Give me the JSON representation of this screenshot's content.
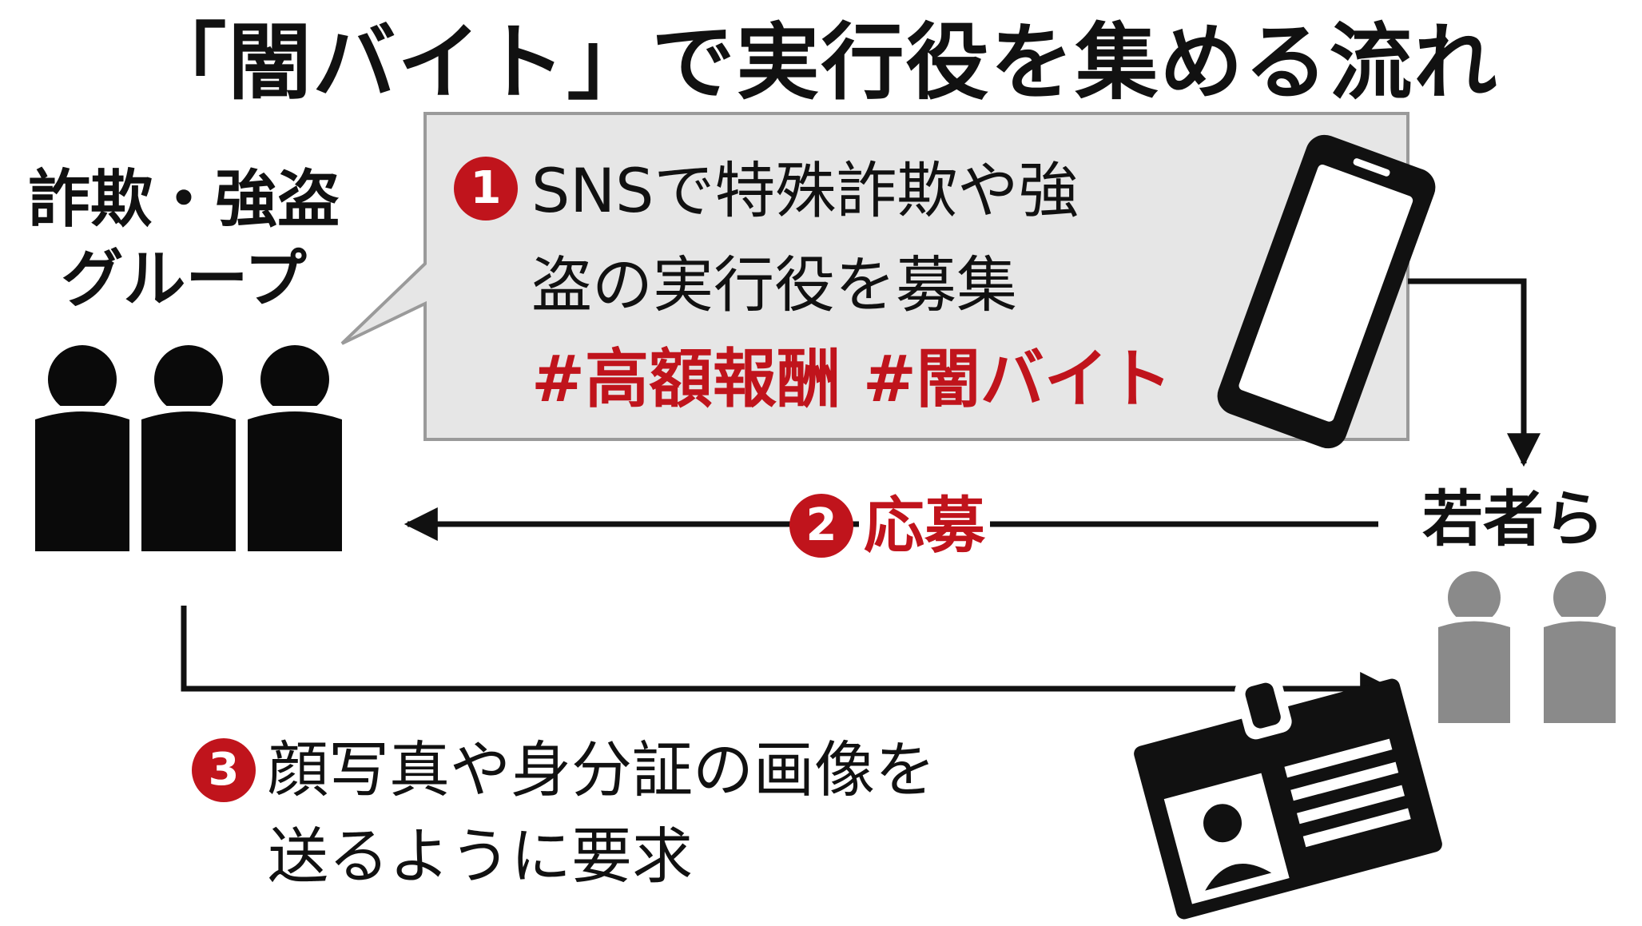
{
  "title": "「闇バイト」で実行役を集める流れ",
  "group": {
    "label_line1": "詐欺・強盗",
    "label_line2": "グループ"
  },
  "step1": {
    "number": "1",
    "text_line1": "SNSで特殊詐欺や強",
    "text_line2": "盗の実行役を募集",
    "hashtags": "#高額報酬 #闇バイト"
  },
  "step2": {
    "number": "2",
    "text": "応募"
  },
  "step3": {
    "number": "3",
    "text_line1": "顔写真や身分証の画像を",
    "text_line2": "送るように要求"
  },
  "youth": {
    "label": "若者ら"
  },
  "colors": {
    "accent_red": "#c0141c",
    "bubble_fill": "#e6e6e6",
    "bubble_stroke": "#9a9a9a",
    "group_figure": "#0a0a0a",
    "youth_figure": "#8a8a8a"
  },
  "icons": [
    "smartphone-icon",
    "id-card-icon",
    "person-figure-icon"
  ]
}
